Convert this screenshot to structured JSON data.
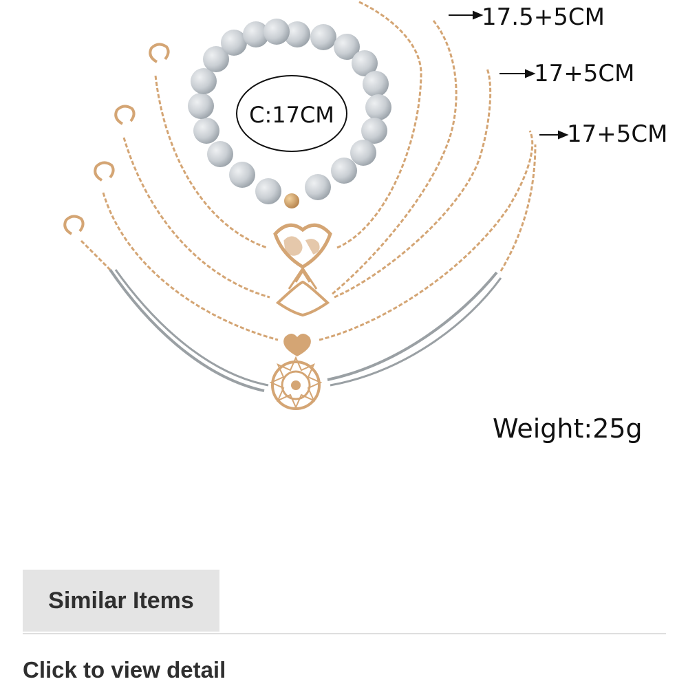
{
  "product_image": {
    "labels": {
      "circumference": "C:17CM",
      "length_1": "17.5+5CM",
      "length_2": "17+5CM",
      "length_3": "17+5CM",
      "weight": "Weight:25g"
    },
    "colors": {
      "gold": "#d4a574",
      "gold_dark": "#b5824c",
      "bead": "#c9ced3",
      "cord": "#9aa0a4"
    }
  },
  "similar_items_tab": {
    "label": "Similar Items"
  },
  "detail_link": {
    "label": "Click to view detail"
  }
}
